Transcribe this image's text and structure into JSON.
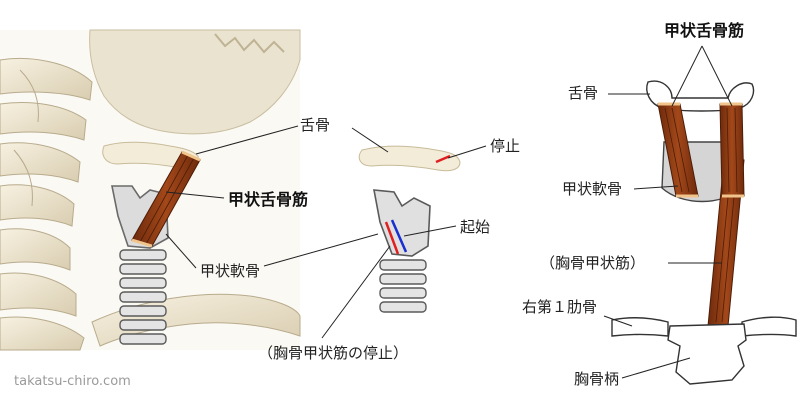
{
  "left_panel": {
    "hyoid_label": "舌骨",
    "muscle_label": "甲状舌骨筋",
    "thyroid_cartilage_label": "甲状軟骨"
  },
  "middle_panel": {
    "insertion_label": "停止",
    "origin_label": "起始",
    "sternothyroid_insertion_label": "（胸骨甲状筋の停止）"
  },
  "right_panel": {
    "muscle_label": "甲状舌骨筋",
    "hyoid_label": "舌骨",
    "thyroid_cartilage_label": "甲状軟骨",
    "sternothyroid_label": "（胸骨甲状筋）",
    "first_rib_label": "右第１肋骨",
    "manubrium_label": "胸骨柄"
  },
  "watermark": "takatsu-chiro.com",
  "colors": {
    "muscle": "#8a3a12",
    "bone": "#efe6cf",
    "cartilage": "#d9d9d9",
    "insertion_line": "#e02020",
    "origin_red": "#e02020",
    "origin_blue": "#1a2fd0"
  }
}
